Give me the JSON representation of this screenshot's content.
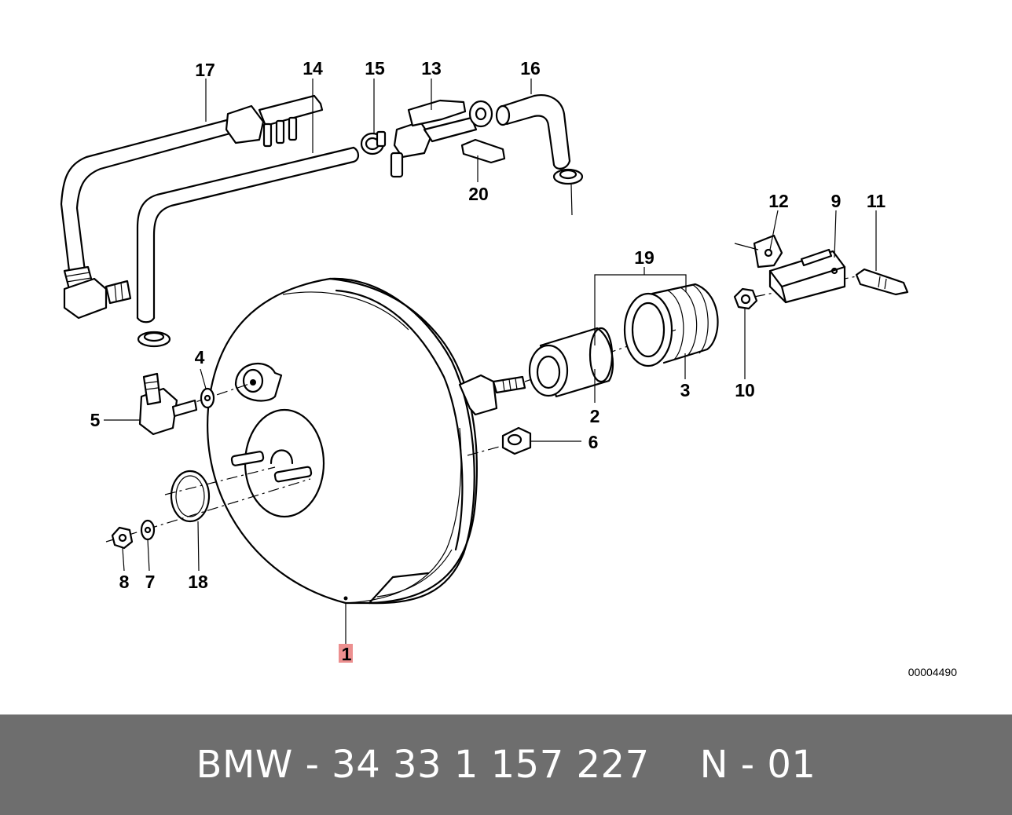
{
  "diagram": {
    "part_labels": [
      "1",
      "2",
      "3",
      "4",
      "5",
      "6",
      "7",
      "8",
      "9",
      "10",
      "11",
      "12",
      "13",
      "14",
      "15",
      "16",
      "17",
      "18",
      "19",
      "20"
    ],
    "highlighted_label": "1",
    "reference_number": "00004490"
  },
  "footer": {
    "part_code": "BMW - 34 33 1 157 227",
    "position_code": "N - 01"
  },
  "colors": {
    "footer_background": "#6e6e6e",
    "footer_text": "#ffffff",
    "highlight": "#ec8f8f",
    "ink": "#000000"
  }
}
